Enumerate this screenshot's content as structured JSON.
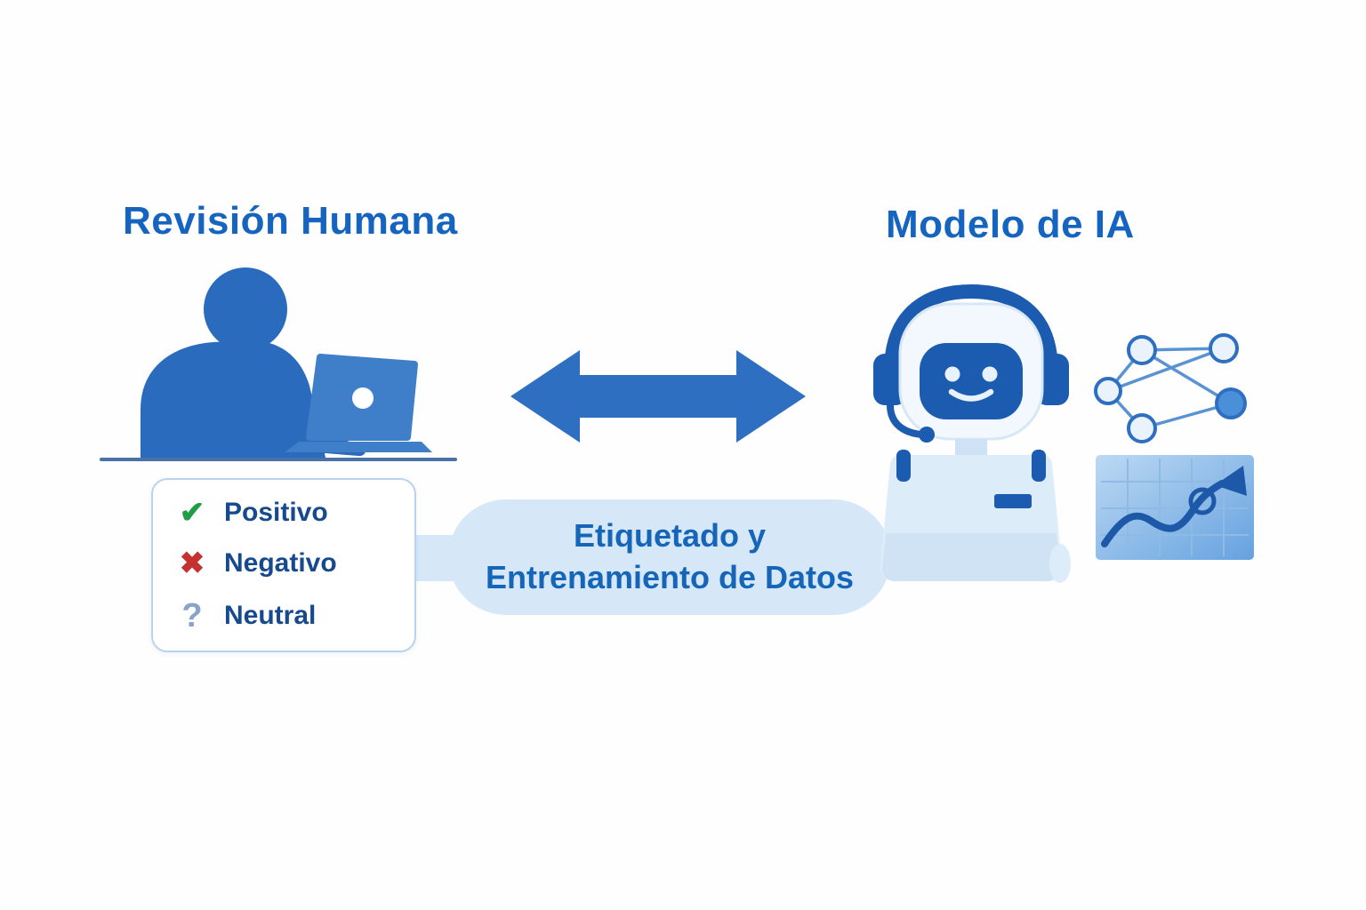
{
  "diagram": {
    "left_title": "Revisión Humana",
    "right_title": "Modelo de IA",
    "center_label_line1": "Etiquetado y",
    "center_label_line2": "Entrenamiento de Datos",
    "sentiment_panel": {
      "items": [
        {
          "icon": "check-icon",
          "glyph": "✔",
          "label": "Positivo",
          "color": "#1e9e46"
        },
        {
          "icon": "cross-icon",
          "glyph": "✖",
          "label": "Negativo",
          "color": "#c53030"
        },
        {
          "icon": "question-icon",
          "glyph": "?",
          "label": "Neutral",
          "color": "#8aa3c9"
        }
      ]
    },
    "colors": {
      "title_blue": "#1565c0",
      "person_blue": "#2a6bbd",
      "laptop_blue": "#3f7fca",
      "arrow_blue": "#2e6fc2",
      "robot_dark_blue": "#1b5cb0",
      "robot_light_blue": "#ddecf9",
      "pill_background": "#d6e7f8",
      "pill_text": "#1565b8",
      "positive_green": "#1e9e46",
      "negative_red": "#c53030",
      "neutral_gray_blue": "#8aa3c9"
    }
  }
}
